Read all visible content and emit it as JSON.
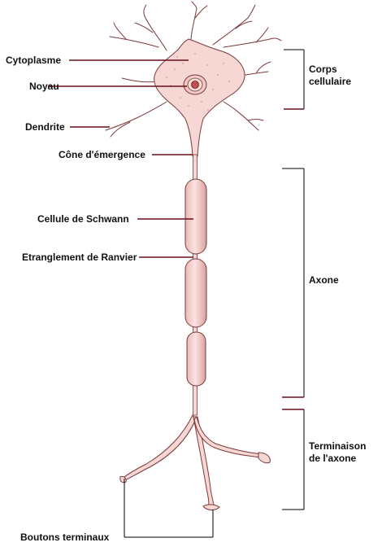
{
  "labels": {
    "cytoplasme": "Cytoplasme",
    "noyau": "Noyau",
    "dendrite": "Dendrite",
    "cone": "Cône d'émergence",
    "schwann": "Cellule de Schwann",
    "ranvier": "Etranglement de Ranvier",
    "boutons": "Boutons terminaux",
    "corps_line1": "Corps",
    "corps_line2": "cellulaire",
    "axone": "Axone",
    "terminaison_line1": "Terminaison",
    "terminaison_line2": "de l'axone"
  },
  "colors": {
    "neuron_fill": "#f7d7d4",
    "neuron_outline": "#7a3a3a",
    "leader_line": "#6b0f1a",
    "nucleus_fill": "#c05050",
    "schwann_fill": "#f2c9c6",
    "bracket": "#000000"
  }
}
